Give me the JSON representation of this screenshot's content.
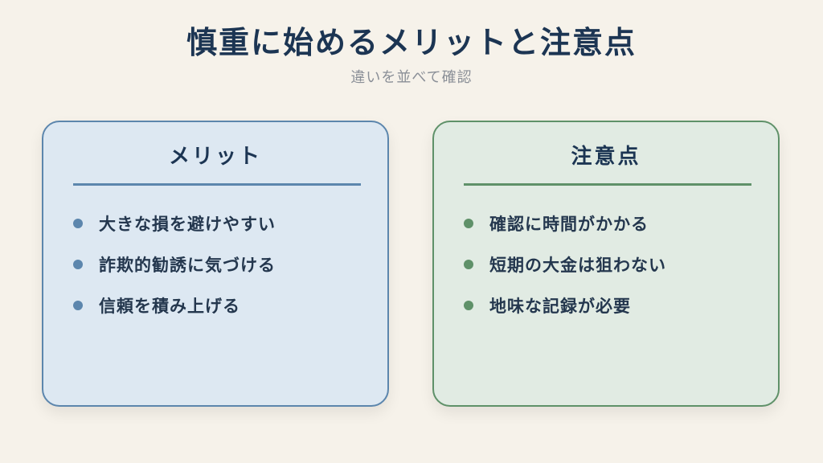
{
  "title": "慎重に始めるメリットと注意点",
  "subtitle": "違いを並べて確認",
  "merit": {
    "heading": "メリット",
    "color": "#5c86ad",
    "items": [
      "大きな損を避けやすい",
      "詐欺的勧誘に気づける",
      "信頼を積み上げる"
    ]
  },
  "caution": {
    "heading": "注意点",
    "color": "#5f9169",
    "items": [
      "確認に時間がかかる",
      "短期の大金は狙わない",
      "地味な記録が必要"
    ]
  }
}
